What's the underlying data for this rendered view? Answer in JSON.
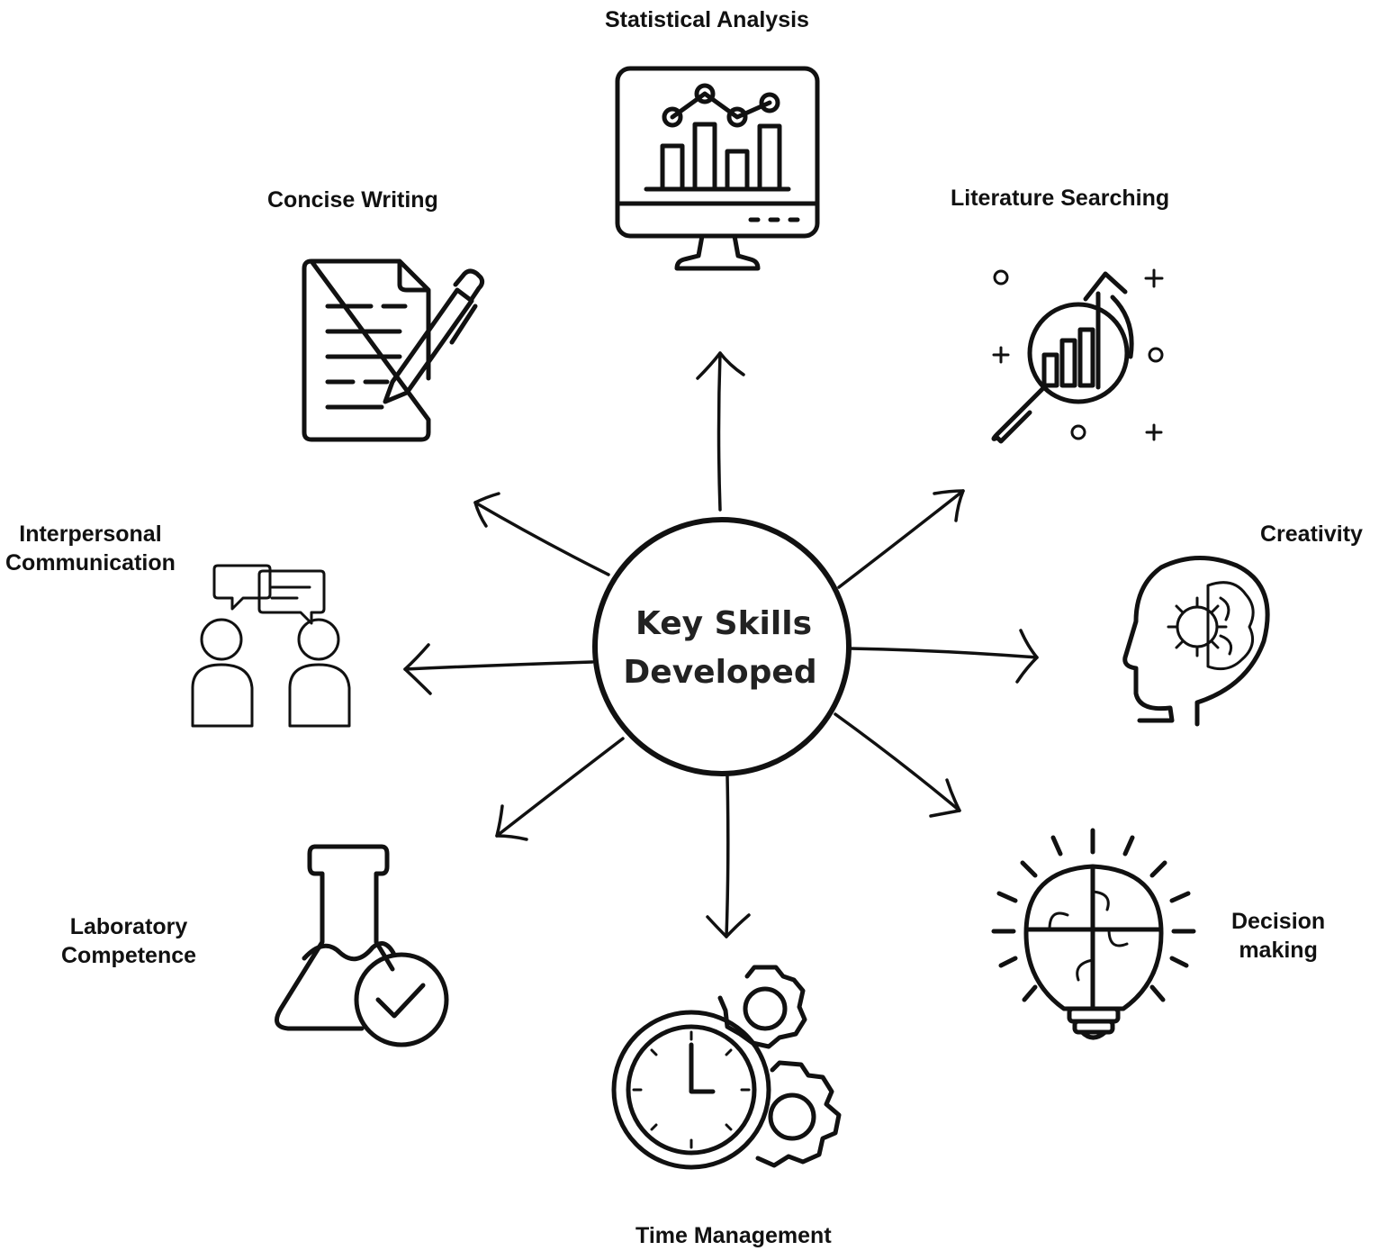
{
  "center": {
    "line1": "Key Skills",
    "line2": "Developed"
  },
  "skills": [
    {
      "id": "statistical-analysis",
      "label": "Statistical Analysis",
      "icon": "monitor-chart-icon"
    },
    {
      "id": "literature-searching",
      "label": "Literature Searching",
      "icon": "magnifier-growth-icon"
    },
    {
      "id": "creativity",
      "label": "Creativity",
      "icon": "head-brain-gear-icon"
    },
    {
      "id": "decision-making",
      "label": "Decision making",
      "lines": [
        "Decision",
        "making"
      ],
      "icon": "puzzle-lightbulb-icon"
    },
    {
      "id": "time-management",
      "label": "Time Management",
      "icon": "clock-gears-icon"
    },
    {
      "id": "laboratory-competence",
      "label": "Laboratory Competence",
      "lines": [
        "Laboratory",
        "Competence"
      ],
      "icon": "flask-check-icon"
    },
    {
      "id": "interpersonal-communication",
      "label": "Interpersonal Communication",
      "lines": [
        "Interpersonal",
        "Communication"
      ],
      "icon": "people-chat-icon"
    },
    {
      "id": "concise-writing",
      "label": "Concise Writing",
      "icon": "document-pen-icon"
    }
  ]
}
